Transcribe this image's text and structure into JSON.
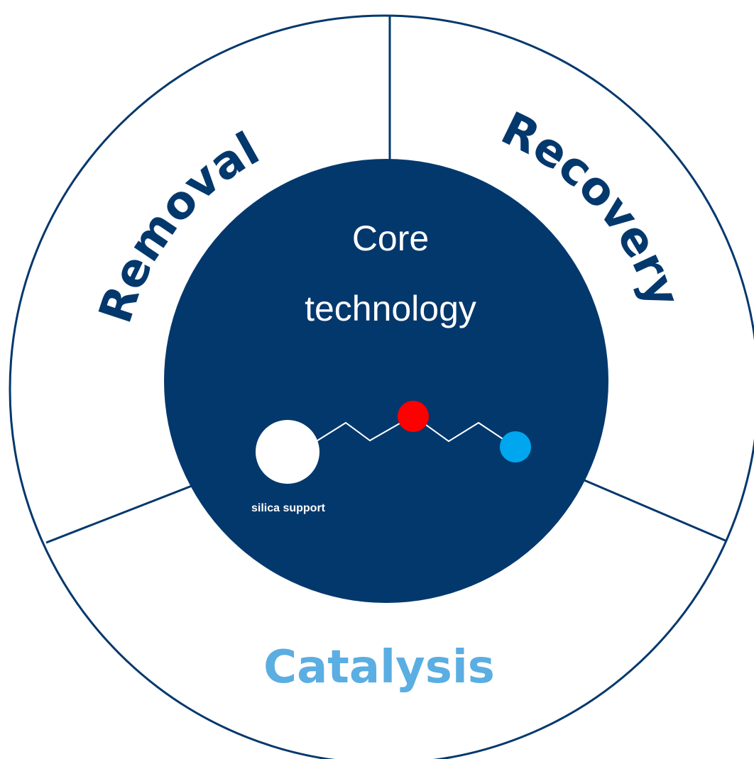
{
  "diagram": {
    "center": {
      "title_line1": "Core",
      "title_line2": "technology"
    },
    "molecule": {
      "support_label": "silica support"
    },
    "segments": [
      {
        "label": "Removal",
        "color": "#03386D"
      },
      {
        "label": "Recovery",
        "color": "#03386D"
      },
      {
        "label": "Catalysis",
        "color": "#5AAEE2"
      }
    ],
    "colors": {
      "ring_stroke": "#03386D",
      "core_fill": "#03386D",
      "node_red": "#FF0000",
      "node_blue": "#00A7EE",
      "node_white": "#FFFFFF"
    }
  }
}
